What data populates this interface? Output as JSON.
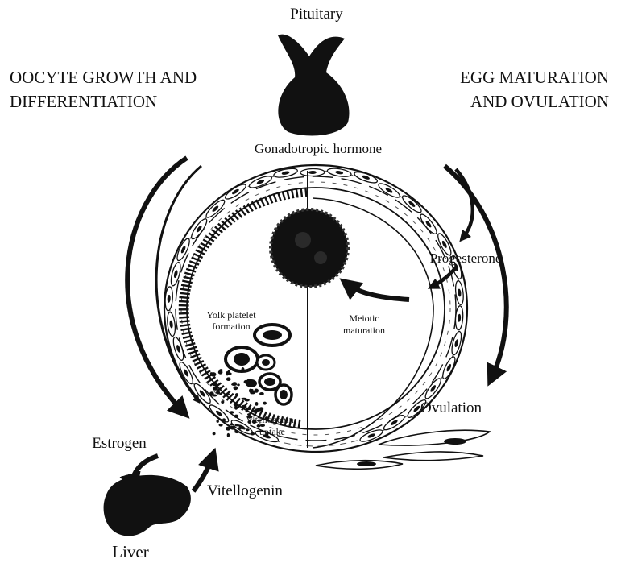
{
  "headings": {
    "left_line1": "OOCYTE GROWTH AND",
    "left_line2": "DIFFERENTIATION",
    "right_line1": "EGG MATURATION",
    "right_line2": "AND OVULATION"
  },
  "labels": {
    "pituitary": "Pituitary",
    "gonadotropic": "Gonadotropic hormone",
    "progesterone": "Progesterone",
    "ovulation": "Ovulation",
    "estrogen": "Estrogen",
    "vitellogenin": "Vitellogenin",
    "liver": "Liver",
    "yolk_line1": "Yolk platelet",
    "yolk_line2": "formation",
    "meiotic_line1": "Meiotic",
    "meiotic_line2": "maturation",
    "uptake_line1": "Vitellogenin",
    "uptake_line2": "uptake"
  },
  "colors": {
    "ink": "#111111",
    "background": "#ffffff"
  }
}
